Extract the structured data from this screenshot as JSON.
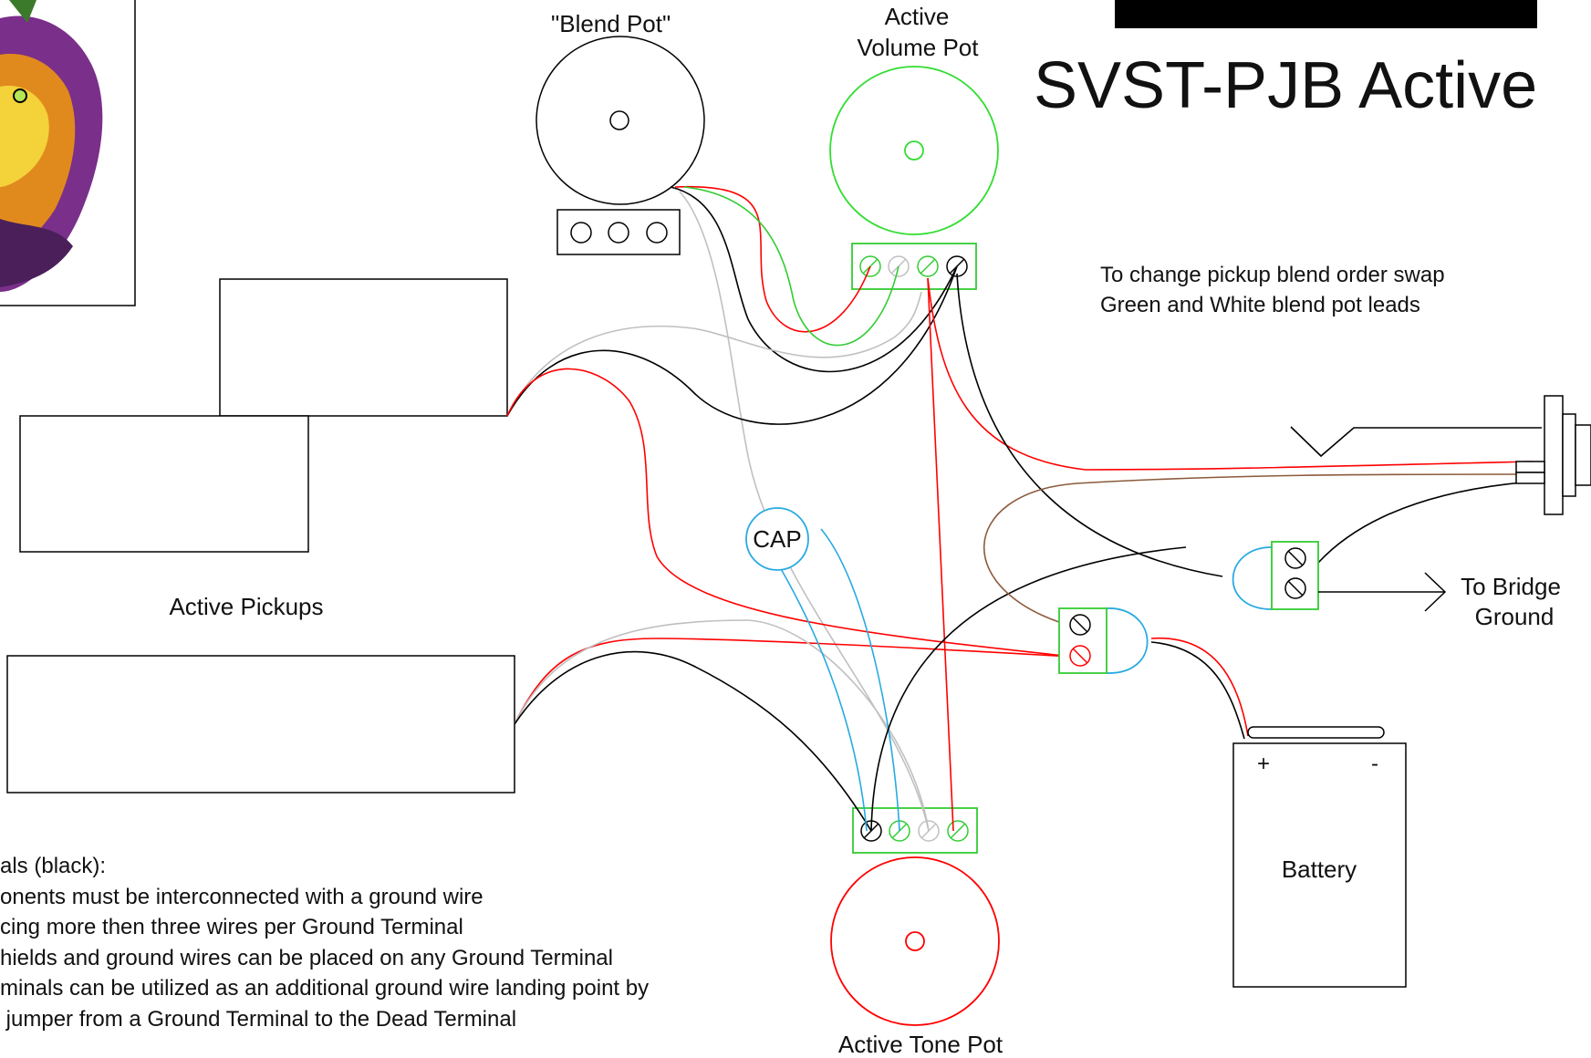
{
  "title": "SVST-PJB Active",
  "labels": {
    "blend_pot": "\"Blend Pot\"",
    "volume_pot_line1": "Active",
    "volume_pot_line2": "Volume Pot",
    "tone_pot": "Active Tone Pot",
    "cap": "CAP",
    "active_pickups": "Active Pickups",
    "battery": "Battery",
    "battery_plus": "+",
    "battery_minus": "-",
    "bridge_line1": "To Bridge",
    "bridge_line2": "Ground"
  },
  "note": {
    "line1": "To change pickup blend order swap",
    "line2": "Green and White blend pot leads"
  },
  "ground_notes": [
    "als (black):",
    "onents must be interconnected with a ground wire",
    "cing more then three wires per Ground Terminal",
    "hields and ground wires can be placed on any Ground Terminal",
    "minals can be utilized as an additional ground wire landing point by",
    " jumper from a Ground Terminal to the Dead Terminal"
  ],
  "colors": {
    "ground": "#000000",
    "hot": "#ff0000",
    "green": "#00d000",
    "white": "#c0c0c0",
    "blue": "#29aae1",
    "brown": "#8b5a3c",
    "terminal_green": "#33cc33",
    "logo_purple": "#7a2f8a",
    "logo_orange": "#e08a1e"
  },
  "icons": {
    "logo": "mad-hatter-guitar-logo",
    "arrow": "arrow-right-icon"
  }
}
